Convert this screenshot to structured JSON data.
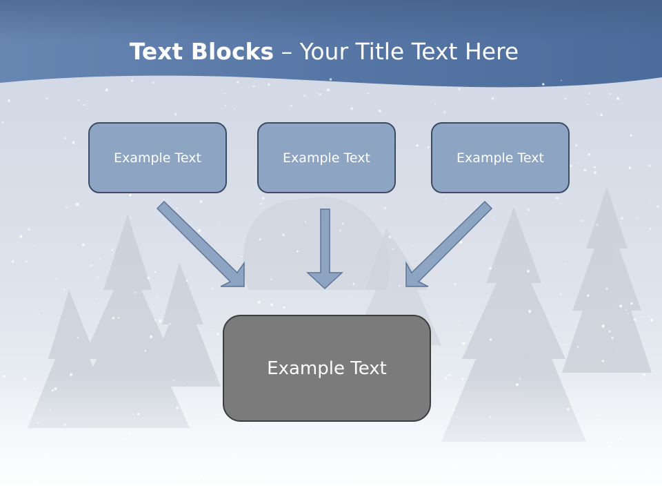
{
  "slide": {
    "title_bold": "Text Blocks",
    "title_dash": " – ",
    "title_rest": "Your Title Text Here"
  },
  "boxes": [
    {
      "label": "Example Text"
    },
    {
      "label": "Example Text"
    },
    {
      "label": "Example Text"
    }
  ],
  "result_box": {
    "label": "Example Text"
  },
  "colors": {
    "header_band": "#5474a3",
    "input_box_fill": "#8ea4c3",
    "result_box_fill": "#7b7b7b",
    "arrow_fill": "#8ea4c3",
    "outline": "#3c4b63"
  }
}
